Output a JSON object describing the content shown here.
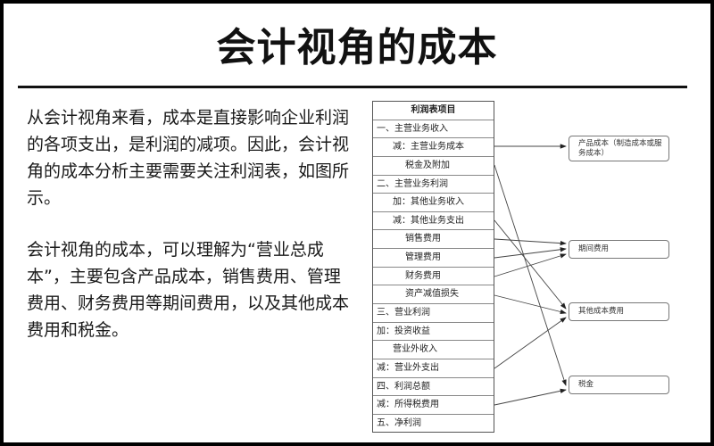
{
  "title": "会计视角的成本",
  "paragraphs": [
    "从会计视角来看，成本是直接影响企业利润的各项支出，是利润的减项。因此，会计视角的成本分析主要需要关注利润表，如图所示。",
    "会计视角的成本，可以理解为“营业总成本”，主要包含产品成本，销售费用、管理费用、财务费用等期间费用，以及其他成本费用和税金。"
  ],
  "income_statement": {
    "header": "利润表项目",
    "rows": [
      {
        "label": "一、主营业务收入",
        "indent": 0
      },
      {
        "label": "减：主营业务成本",
        "indent": 1
      },
      {
        "label": "税金及附加",
        "indent": 2
      },
      {
        "label": "二、主营业务利润",
        "indent": 0
      },
      {
        "label": "加：其他业务收入",
        "indent": 1
      },
      {
        "label": "减：其他业务支出",
        "indent": 1
      },
      {
        "label": "销售费用",
        "indent": 2
      },
      {
        "label": "管理费用",
        "indent": 2
      },
      {
        "label": "财务费用",
        "indent": 2
      },
      {
        "label": "资产减值损失",
        "indent": 2
      },
      {
        "label": "三、营业利润",
        "indent": 0
      },
      {
        "label": "加：投资收益",
        "indent": 0
      },
      {
        "label": "营业外收入",
        "indent": 1
      },
      {
        "label": "减：营业外支出",
        "indent": 0
      },
      {
        "label": "四、利润总额",
        "indent": 0
      },
      {
        "label": "减：所得税费用",
        "indent": 0
      },
      {
        "label": "五、净利润",
        "indent": 0
      }
    ]
  },
  "cost_categories": [
    {
      "id": "product_cost",
      "label": "产品成本（制造成本或服务成本）"
    },
    {
      "id": "period_expense",
      "label": "期间费用"
    },
    {
      "id": "other_cost",
      "label": "其他成本费用"
    },
    {
      "id": "tax",
      "label": "税金"
    }
  ],
  "mappings": [
    {
      "from": "减：主营业务成本",
      "to": "产品成本（制造成本或服务成本）"
    },
    {
      "from": "税金及附加",
      "to": "税金"
    },
    {
      "from": "减：其他业务支出",
      "to": "其他成本费用"
    },
    {
      "from": "销售费用",
      "to": "期间费用"
    },
    {
      "from": "管理费用",
      "to": "期间费用"
    },
    {
      "from": "财务费用",
      "to": "期间费用"
    },
    {
      "from": "资产减值损失",
      "to": "其他成本费用"
    },
    {
      "from": "减：营业外支出",
      "to": "其他成本费用"
    },
    {
      "from": "减：所得税费用",
      "to": "税金"
    }
  ],
  "colors": {
    "border": "#000000",
    "text": "#111111",
    "line": "#444444"
  }
}
